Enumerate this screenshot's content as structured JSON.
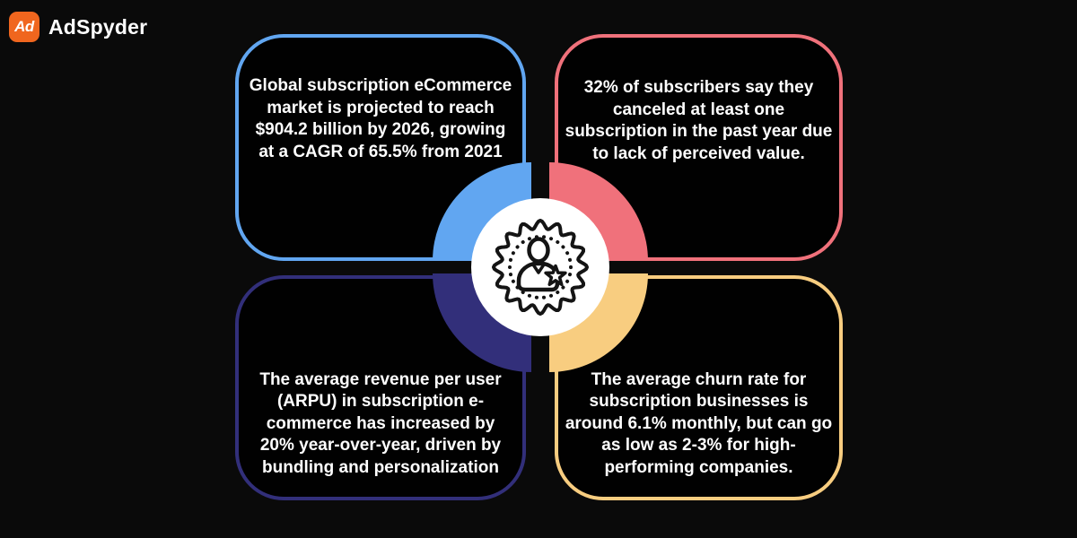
{
  "page": {
    "background": "#0a0a0a",
    "card_background": "#010101",
    "text_color": "#ffffff"
  },
  "brand": {
    "name": "AdSpyder",
    "mark_text": "Ad",
    "mark_color": "#F0661E",
    "mark_icon": "adspyder-logo-mark"
  },
  "center_badge": {
    "icon": "subscriber-badge-icon",
    "background": "#ffffff",
    "stroke": "#141414"
  },
  "cards": [
    {
      "position": "top-left",
      "accent": "#61A6F1",
      "text": "Global subscription eCommerce market is projected to reach $904.2 billion by 2026, growing at a CAGR of 65.5% from 2021",
      "lines": [
        "Global subscription eCommerce",
        "market is projected to reach",
        "$904.2 billion by 2026, growing",
        "at a CAGR of 65.5% from 2021"
      ]
    },
    {
      "position": "top-right",
      "accent": "#F0717B",
      "text": "32% of subscribers say they canceled at least one subscription in the past year due to lack of perceived value.",
      "lines": [
        "32% of subscribers say they",
        "canceled at least one",
        "subscription in the past year due",
        "to lack of perceived value."
      ]
    },
    {
      "position": "bottom-left",
      "accent": "#322F7A",
      "text": "The average revenue per user (ARPU) in subscription e-commerce has increased by 20% year-over-year, driven by bundling and personalization",
      "lines": [
        "The average revenue per user",
        "(ARPU) in subscription e-",
        "commerce has increased by",
        "20% year-over-year, driven by",
        "bundling and personalization"
      ]
    },
    {
      "position": "bottom-right",
      "accent": "#F8CD80",
      "text": "The average churn rate for subscription businesses is around 6.1% monthly, but can go as low as 2-3% for high-performing companies.",
      "lines": [
        "The average churn rate for",
        "subscription businesses is",
        "around 6.1% monthly, but can go",
        "as low as 2-3% for high-",
        "performing companies."
      ]
    }
  ]
}
